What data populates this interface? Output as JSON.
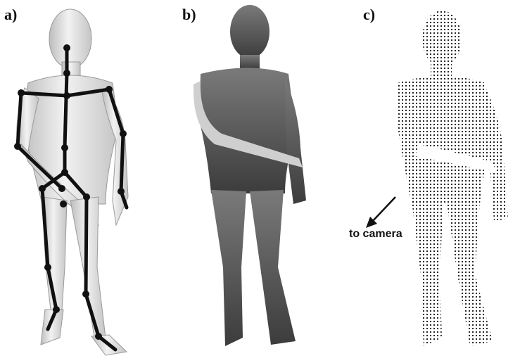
{
  "panels": [
    {
      "label": "a)",
      "subject": "rendered 3D human body mesh with skeleton overlay"
    },
    {
      "label": "b)",
      "subject": "grayscale depth map of the human body"
    },
    {
      "label": "c)",
      "subject": "3D point cloud of the human body"
    }
  ],
  "annotation": {
    "text": "to camera",
    "icon": "arrow-icon"
  },
  "colors": {
    "background": "#ffffff",
    "skeleton": "#111111",
    "mesh": "#e6e6e6",
    "depth_dark": "#4a4a4a",
    "depth_light": "#c8c8c8",
    "points": "#111111"
  }
}
